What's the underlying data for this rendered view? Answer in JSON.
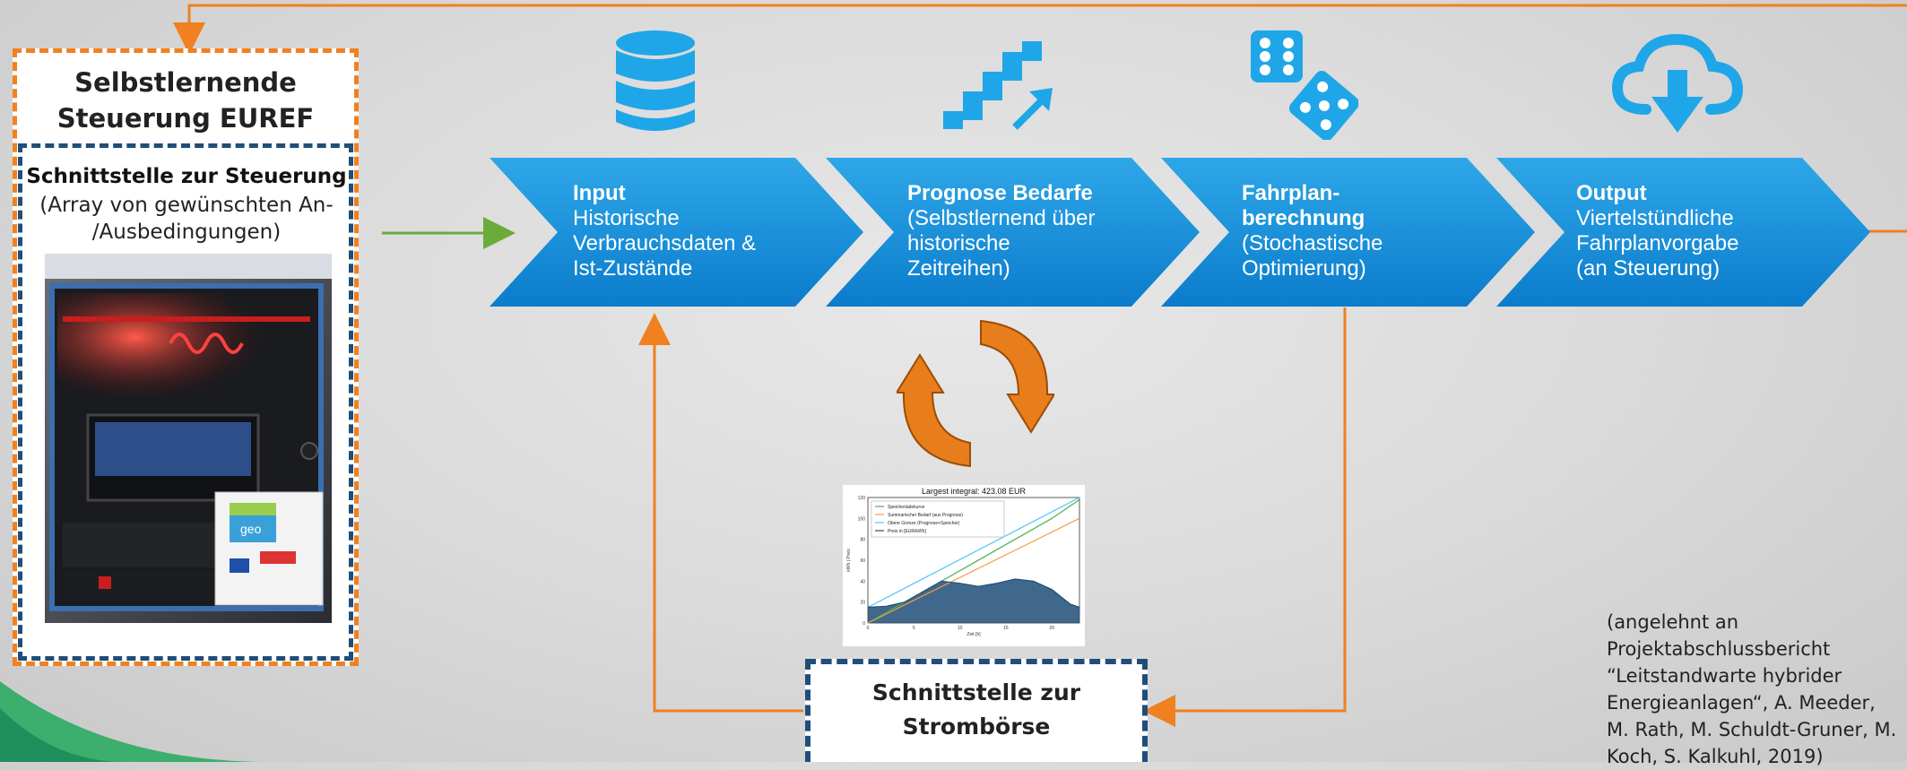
{
  "colors": {
    "chevron_top": "#2ea7e8",
    "chevron_bottom": "#0b7ccc",
    "accent_orange": "#f08020",
    "dark_blue": "#1f4e79",
    "green_arrow": "#6aab3a",
    "icon_blue": "#1fa6e8"
  },
  "left_panel": {
    "title_line1": "Selbstlernende",
    "title_line2": "Steuerung EUREF",
    "interface_title": "Schnittstelle zur Steuerung",
    "interface_desc_line1": "(Array von gewünschten An-",
    "interface_desc_line2": "/Ausbedingungen)",
    "photo_plaque_text": "geo"
  },
  "steps": [
    {
      "icon": "database-icon",
      "title": "Input",
      "lines": [
        "Historische",
        "Verbrauchsdaten &",
        "Ist-Zustände"
      ]
    },
    {
      "icon": "stairs-up-icon",
      "title": "Prognose Bedarfe",
      "lines": [
        "(Selbstlernend über",
        "historische",
        "Zeitreihen)"
      ]
    },
    {
      "icon": "dice-icon",
      "title_lines": [
        "Fahrplan-",
        "berechnung"
      ],
      "lines": [
        "(Stochastische",
        "Optimierung)"
      ]
    },
    {
      "icon": "cloud-download-icon",
      "title": "Output",
      "lines": [
        "Viertelstündliche",
        "Fahrplanvorgabe",
        "(an Steuerung)"
      ]
    }
  ],
  "cycle_icon": "refresh-cycle-icon",
  "strombörse": {
    "line1": "Schnittstelle zur",
    "line2": "Strombörse"
  },
  "citation": {
    "lines": [
      "(angelehnt an",
      "Projektabschlussbericht",
      "“Leitstandwarte hybrider",
      "Energieanlagen“, A. Meeder,",
      "M. Rath, M. Schuldt-Gruner, M.",
      "Koch, S. Kalkuhl, 2019)"
    ]
  },
  "chart_data": {
    "type": "line",
    "title": "Largest integral: 423.08 EUR",
    "xlabel": "Zeit [h]",
    "ylabel": "kWh | Preis",
    "xlim": [
      0,
      23
    ],
    "ylim": [
      0,
      120
    ],
    "x_ticks": [
      "0",
      "5",
      "10",
      "15",
      "20"
    ],
    "y_ticks": [
      "0",
      "20",
      "40",
      "60",
      "80",
      "100",
      "120"
    ],
    "legend_position": "top-left",
    "series": [
      {
        "name": "Speicherladekurve",
        "color": "#4caf50",
        "x": [
          0,
          3,
          7,
          11,
          14,
          17,
          20,
          23
        ],
        "y": [
          0,
          15,
          35,
          55,
          70,
          85,
          100,
          118
        ]
      },
      {
        "name": "Summarischer Bedarf (aus Prognose)",
        "color": "#f39c4a",
        "x": [
          0,
          23
        ],
        "y": [
          0,
          100
        ]
      },
      {
        "name": "Obere Grenze (Prognose+Speicher)",
        "color": "#4fc3f7",
        "x": [
          0,
          23
        ],
        "y": [
          15,
          120
        ]
      },
      {
        "name": "Preis in [EUR/kWh]",
        "color": "#1f4e79",
        "x": [
          0,
          2,
          4,
          6,
          8,
          10,
          12,
          14,
          16,
          18,
          20,
          22,
          23
        ],
        "y": [
          15,
          16,
          20,
          30,
          40,
          38,
          35,
          38,
          42,
          40,
          32,
          18,
          15
        ]
      }
    ]
  }
}
